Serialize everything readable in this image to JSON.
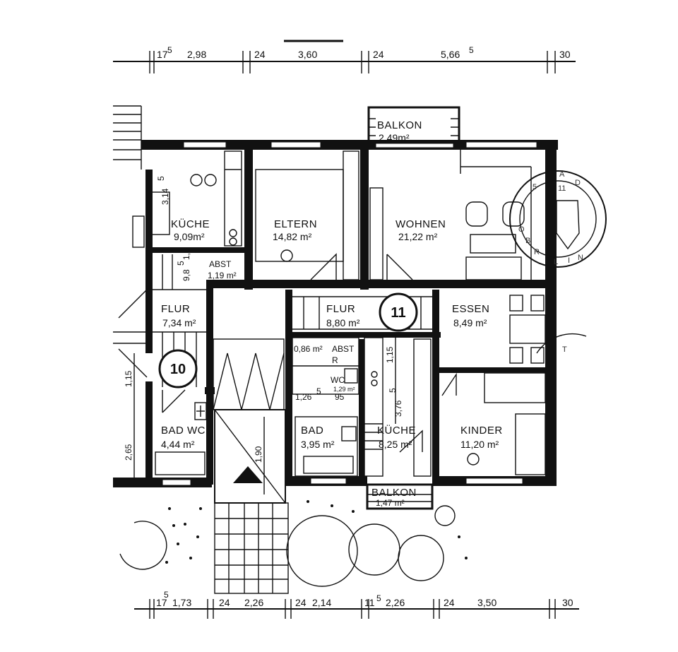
{
  "colors": {
    "ink": "#111111",
    "paper": "#ffffff"
  },
  "top_dims": {
    "d1": "17",
    "d1sup": "5",
    "d2": "2,98",
    "d3": "24",
    "d4": "3,60",
    "d5": "24",
    "d6": "5,66",
    "d6sup": "5",
    "d7": "30"
  },
  "bottom_dims": {
    "d1sup": "5",
    "d1": "17",
    "d2": "1,73",
    "d3": "24",
    "d4": "2,26",
    "d5": "24",
    "d6": "2,14",
    "d7": "11",
    "d7sup": "5",
    "d8": "2,26",
    "d9": "24",
    "d10": "3,50",
    "d11": "30"
  },
  "rooms": {
    "balkon_top": {
      "name": "BALKON",
      "area": "2,49m²"
    },
    "kueche_left": {
      "name": "KÜCHE",
      "area": "9,09m²"
    },
    "eltern": {
      "name": "ELTERN",
      "area": "14,82 m²"
    },
    "wohnen": {
      "name": "WOHNEN",
      "area": "21,22 m²"
    },
    "abst_left": {
      "name": "ABST",
      "area": "1,19 m²"
    },
    "flur_left": {
      "name": "FLUR",
      "area": "7,34 m²"
    },
    "flur_mid": {
      "name": "FLUR",
      "area": "8,80 m²"
    },
    "essen": {
      "name": "ESSEN",
      "area": "8,49 m²"
    },
    "abst_mid": {
      "name": "ABST",
      "area": "0,86 m²"
    },
    "wc_mid": {
      "name": "WC",
      "area": "1,29 m²"
    },
    "bad_wc": {
      "name": "BAD WC",
      "area": "4,44 m²"
    },
    "bad": {
      "name": "BAD",
      "area": "3,95 m²"
    },
    "kueche_mid": {
      "name": "KÜCHE",
      "area": "8,25 m²"
    },
    "kinder": {
      "name": "KINDER",
      "area": "11,20 m²"
    },
    "balkon_bottom": {
      "name": "BALKON",
      "area": "1,47 m²"
    }
  },
  "unit_numbers": {
    "left": "10",
    "right": "11"
  },
  "inner_dims": {
    "k314": "3,14",
    "k314sup": "5",
    "k15": "1,5",
    "k98": "9,8",
    "k98sup": "5",
    "left115": "1,15",
    "left265": "2,65",
    "stair190": "1,90",
    "r115": "1,15",
    "r376": "3,76",
    "r376sup": "5",
    "wc126": "1,26",
    "wc126sup": "5",
    "wc95": "95",
    "r_letter": "R"
  },
  "stamp_letters": {
    "a": "A",
    "d": "D",
    "b": "B",
    "o": "O",
    "r": "R",
    "l": "L",
    "i": "I",
    "n": "N",
    "t": "T",
    "five": "5",
    "eleven": "11"
  }
}
